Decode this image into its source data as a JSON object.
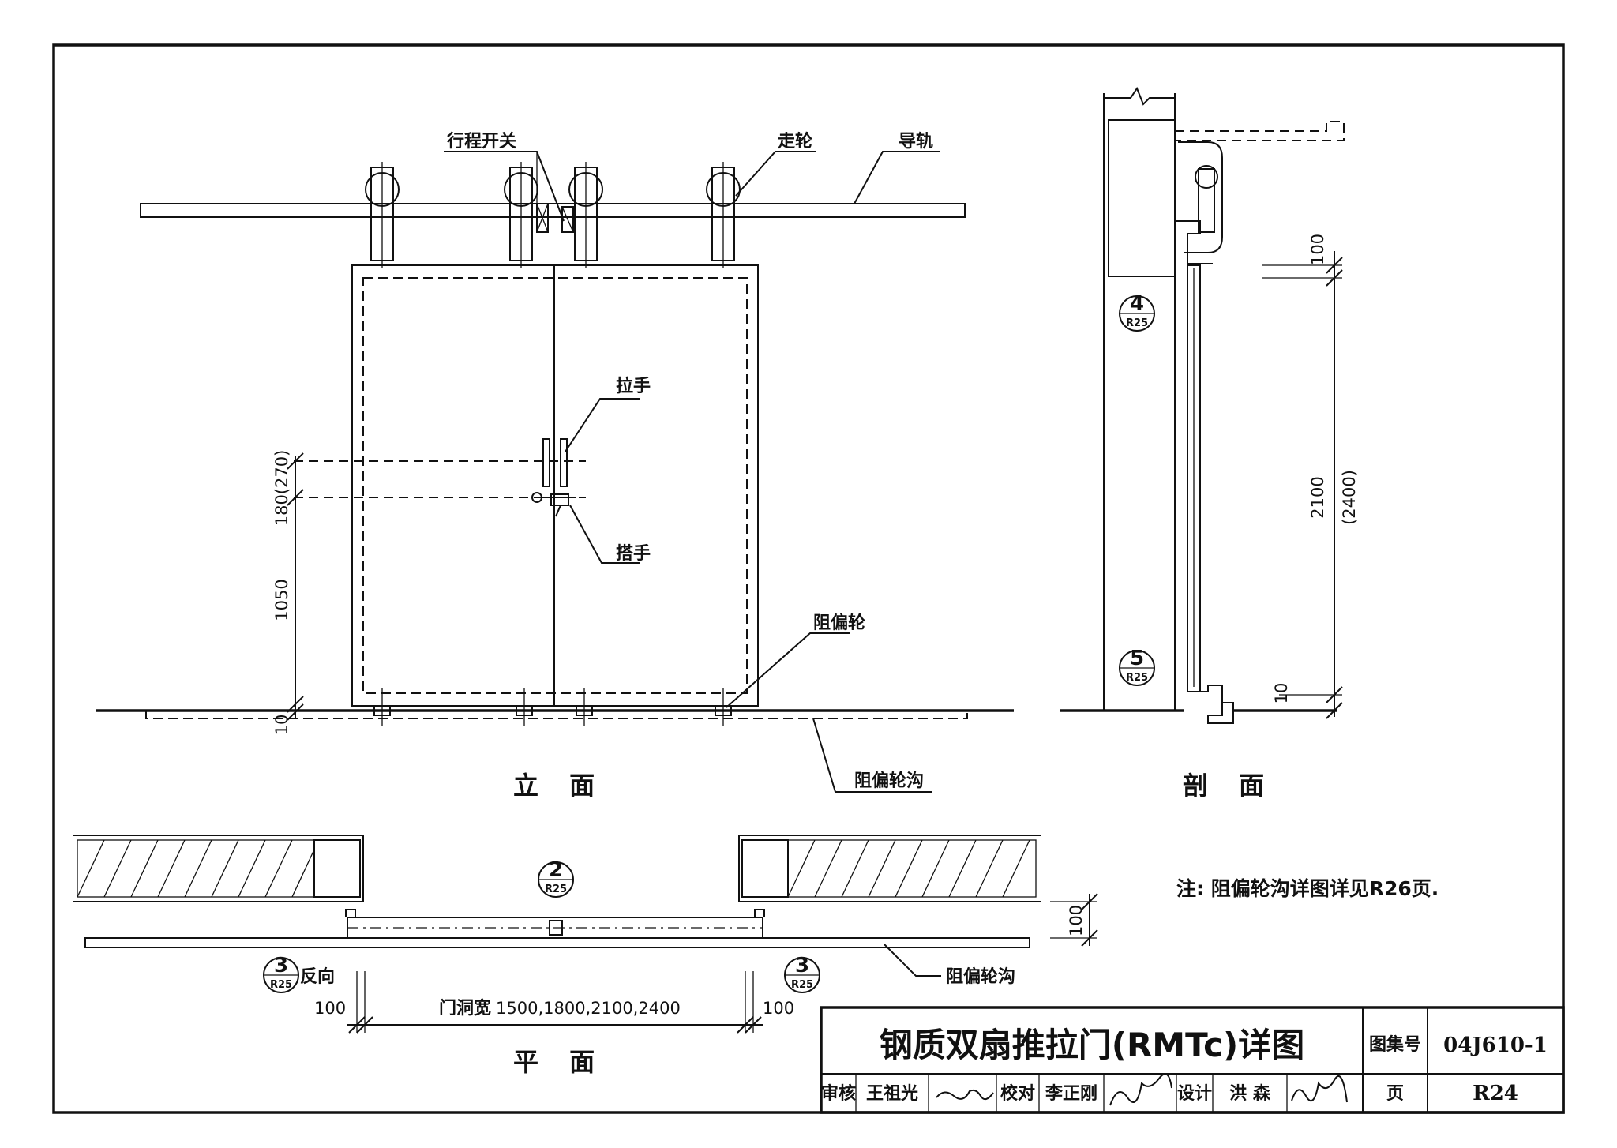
{
  "elevation": {
    "view_title": "立 面",
    "labels": {
      "limit_switch": "行程开关",
      "wheel": "走轮",
      "rail": "导轨",
      "handle": "拉手",
      "latch": "搭手",
      "guide_wheel": "阻偏轮",
      "guide_groove": "阻偏轮沟"
    },
    "dims": {
      "handle_offset": "180(270)",
      "handle_height": "1050",
      "bottom_gap": "10"
    }
  },
  "section": {
    "view_title": "剖 面",
    "callout_top": {
      "num": "4",
      "sheet": "R25"
    },
    "callout_bottom": {
      "num": "5",
      "sheet": "R25"
    },
    "dims": {
      "top": "100",
      "height": "2100",
      "height_alt": "(2400)",
      "bottom": "10"
    }
  },
  "plan": {
    "view_title": "平 面",
    "callout_center": {
      "num": "2",
      "sheet": "R25"
    },
    "callout_left": {
      "num": "3",
      "sheet": "R25",
      "suffix": "反向"
    },
    "callout_right": {
      "num": "3",
      "sheet": "R25"
    },
    "labels": {
      "guide_groove": "阻偏轮沟"
    },
    "dims": {
      "left": "100",
      "right": "100",
      "depth": "100",
      "opening_prefix": "门洞宽",
      "opening_values": "1500,1800,2100,2400"
    }
  },
  "note": "注: 阻偏轮沟详图详见R26页.",
  "title_block": {
    "title": "钢质双扇推拉门(RMTc)详图",
    "atlas_label": "图集号",
    "atlas_no": "04J610-1",
    "review_label": "审核",
    "review_name": "王祖光",
    "check_label": "校对",
    "check_name": "李正刚",
    "design_label": "设计",
    "design_name": "洪  森",
    "page_label": "页",
    "page_no": "R24"
  }
}
